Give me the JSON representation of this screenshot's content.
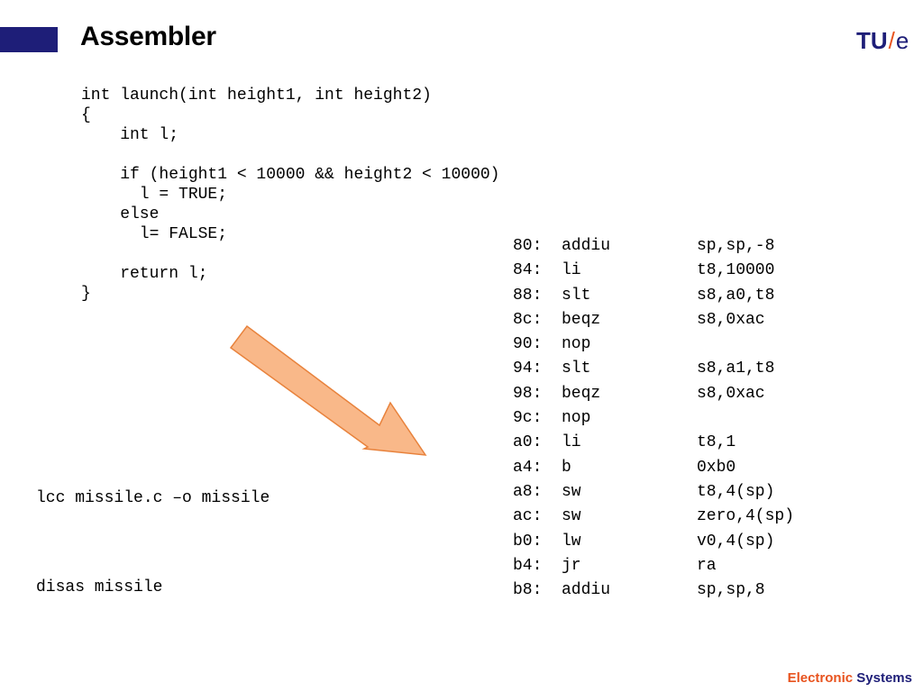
{
  "slide": {
    "title": "Assembler"
  },
  "logo": {
    "tu": "TU",
    "slash": "/",
    "e": "e"
  },
  "source_code": {
    "lines": [
      "int launch(int height1, int height2)",
      "{",
      "    int l;",
      "",
      "    if (height1 < 10000 && height2 < 10000)",
      "      l = TRUE;",
      "    else",
      "      l= FALSE;",
      "",
      "    return l;",
      "}"
    ]
  },
  "commands": {
    "compile": "lcc missile.c –o missile",
    "disassemble": "disas missile"
  },
  "assembly": [
    {
      "addr": "80:",
      "op": "addiu",
      "args": "sp,sp,-8"
    },
    {
      "addr": "84:",
      "op": "li",
      "args": "t8,10000"
    },
    {
      "addr": "88:",
      "op": "slt",
      "args": "s8,a0,t8"
    },
    {
      "addr": "8c:",
      "op": "beqz",
      "args": "s8,0xac"
    },
    {
      "addr": "90:",
      "op": "nop",
      "args": ""
    },
    {
      "addr": "94:",
      "op": "slt",
      "args": "s8,a1,t8"
    },
    {
      "addr": "98:",
      "op": "beqz",
      "args": "s8,0xac"
    },
    {
      "addr": "9c:",
      "op": "nop",
      "args": ""
    },
    {
      "addr": "a0:",
      "op": "li",
      "args": "t8,1"
    },
    {
      "addr": "a4:",
      "op": "b",
      "args": "0xb0"
    },
    {
      "addr": "a8:",
      "op": "sw",
      "args": "t8,4(sp)"
    },
    {
      "addr": "ac:",
      "op": "sw",
      "args": "zero,4(sp)"
    },
    {
      "addr": "b0:",
      "op": "lw",
      "args": "v0,4(sp)"
    },
    {
      "addr": "b4:",
      "op": "jr",
      "args": "ra"
    },
    {
      "addr": "b8:",
      "op": "addiu",
      "args": "sp,sp,8"
    }
  ],
  "footer": {
    "electronic": "Electronic",
    "systems": "Systems"
  },
  "colors": {
    "brand_blue": "#1e1e78",
    "brand_orange": "#e8531e",
    "arrow_fill": "#f9b889",
    "arrow_stroke": "#e8823c"
  },
  "icons": {
    "arrow": "diagonal-arrow-down-right-icon",
    "logo": "tue-logo"
  }
}
